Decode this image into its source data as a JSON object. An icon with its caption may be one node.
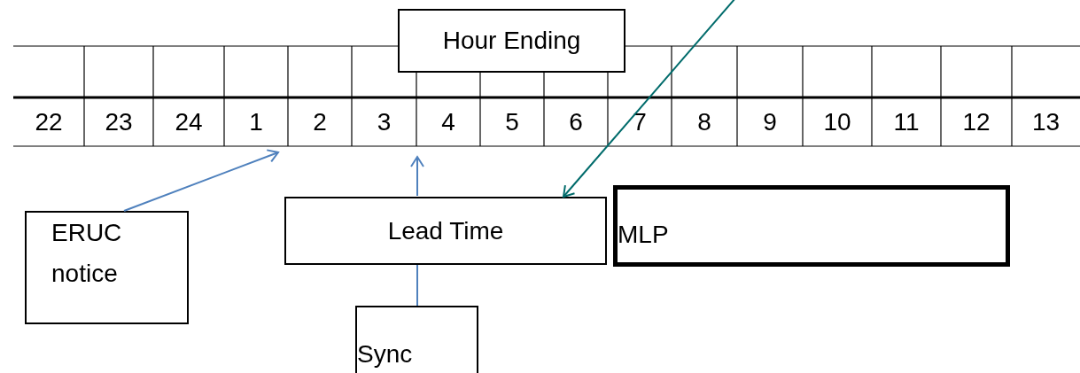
{
  "diagram": {
    "nodes": [
      {
        "text": [
          "Hour Ending"
        ]
      },
      {
        "text": [
          "ERUC notice"
        ]
      },
      {
        "text": [
          "Lead Time"
        ]
      },
      {
        "text": [
          "MLP"
        ]
      },
      {
        "text": [
          "Sync"
        ]
      }
    ],
    "edges": [
      {
        "from": 1,
        "to": null,
        "arrow": "to"
      },
      {
        "from": 4,
        "to": null,
        "arrow": "to"
      },
      {
        "from": null,
        "to": 2,
        "arrow": "to",
        "color": "#006b6b"
      }
    ],
    "labels": [
      "22",
      "23",
      "24",
      "1",
      "2",
      "3",
      "4",
      "5",
      "6",
      "7",
      "8",
      "9",
      "10",
      "11",
      "12",
      "13"
    ]
  }
}
